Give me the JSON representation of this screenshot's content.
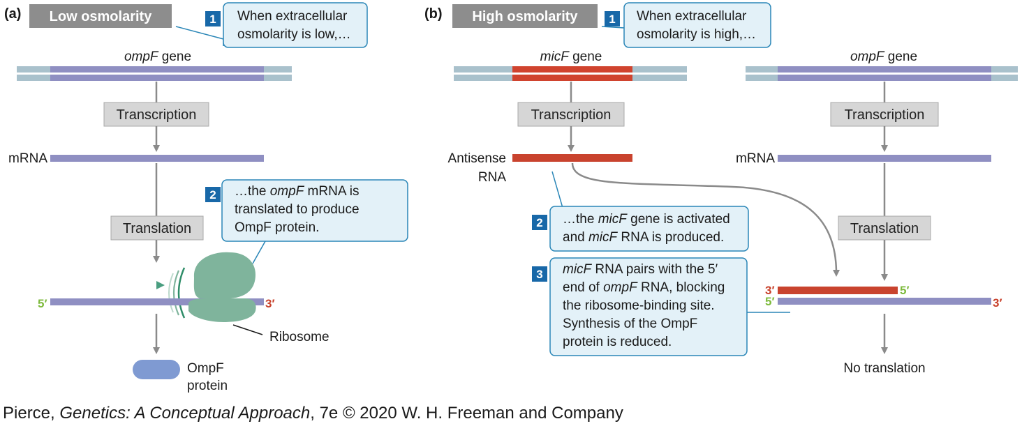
{
  "colors": {
    "gene_flank": "#a9c1cc",
    "gene_blue": "#8f8fc2",
    "gene_red": "#d0432e",
    "rna_red": "#c9432e",
    "arrow_gray": "#8a8a8a",
    "header_gray": "#8d8d8d",
    "process_box": "#d6d6d6",
    "callout_fill": "#e3f1f8",
    "callout_border": "#2a86b7",
    "step_badge": "#1868a8",
    "ribosome": "#7fb49c",
    "protein": "#7f9ad2",
    "prime3": "#c8402a",
    "prime5": "#7dba3c"
  },
  "panel_a": {
    "letter": "(a)",
    "header": "Low osmolarity",
    "callout1": {
      "num": "1",
      "line1": "When extracellular",
      "line2": "osmolarity is low,…"
    },
    "gene_italic": "ompF",
    "gene_suffix": " gene",
    "transcription": "Transcription",
    "mrna": "mRNA",
    "callout2": {
      "num": "2",
      "line1_pre": "…the ",
      "line1_italic": "ompF",
      "line1_post": " mRNA is",
      "line2": "translated to produce",
      "line3": "OmpF protein."
    },
    "translation": "Translation",
    "five_prime": "5′",
    "three_prime": "3′",
    "ribosome": "Ribosome",
    "protein_line1": "OmpF",
    "protein_line2": "protein"
  },
  "panel_b": {
    "letter": "(b)",
    "header": "High osmolarity",
    "callout1": {
      "num": "1",
      "line1": "When extracellular",
      "line2": "osmolarity is high,…"
    },
    "micf_gene_italic": "micF",
    "micf_gene_suffix": " gene",
    "ompf_gene_italic": "ompF",
    "ompf_gene_suffix": " gene",
    "transcription_left": "Transcription",
    "transcription_right": "Transcription",
    "antisense_line1": "Antisense",
    "antisense_line2": "RNA",
    "mrna": "mRNA",
    "callout2": {
      "num": "2",
      "line1_pre": "…the ",
      "line1_italic": "micF",
      "line1_post": " gene is activated",
      "line2_pre": "and ",
      "line2_italic": "micF",
      "line2_post": " RNA is produced."
    },
    "translation": "Translation",
    "callout3": {
      "num": "3",
      "line1_italic": "micF",
      "line1_post": " RNA pairs with the 5′",
      "line2_pre": "end of ",
      "line2_italic": "ompF",
      "line2_post": " RNA, blocking",
      "line3": "the ribosome-binding site.",
      "line4": "Synthesis of the OmpF",
      "line5": "protein is reduced."
    },
    "top_three_prime": "3′",
    "top_five_prime": "5′",
    "bottom_five_prime": "5′",
    "bottom_three_prime": "3′",
    "no_translation": "No translation"
  },
  "credit": {
    "pre": "Pierce, ",
    "italic": "Genetics: A Conceptual Approach",
    "post": ", 7e © 2020 W. H. Freeman and Company"
  }
}
